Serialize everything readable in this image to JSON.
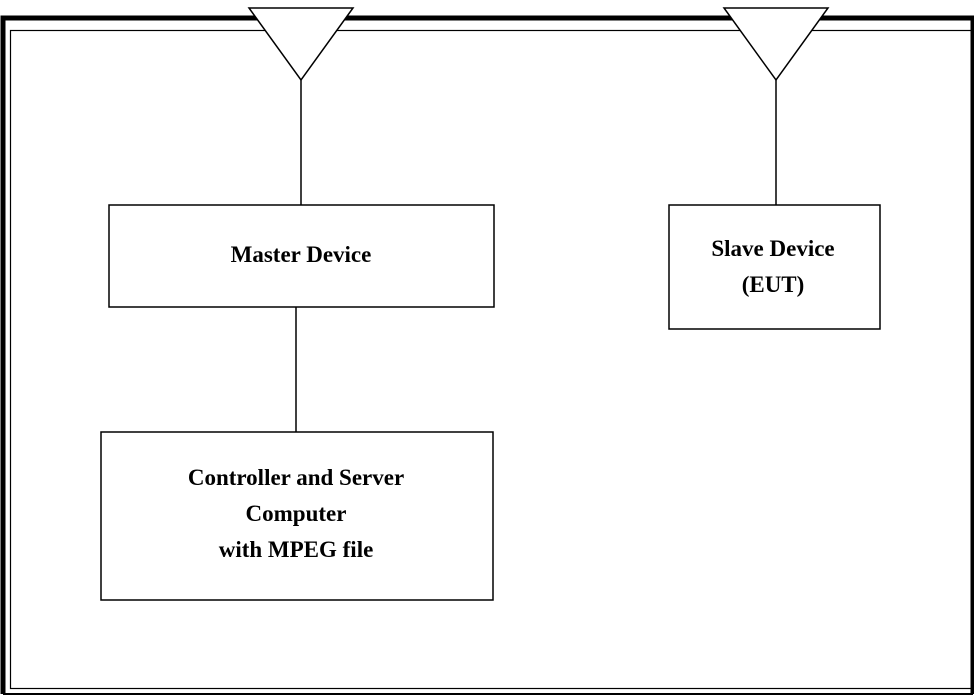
{
  "diagram": {
    "nodes": {
      "master": {
        "label_lines": [
          "Master Device"
        ]
      },
      "slave": {
        "label_lines": [
          "Slave Device",
          "(EUT)"
        ]
      },
      "controller": {
        "label_lines": [
          "Controller and Server",
          "Computer",
          "with MPEG file"
        ]
      }
    },
    "antennas": [
      "master-antenna",
      "slave-antenna"
    ],
    "connections": [
      {
        "from": "master-antenna",
        "to": "master"
      },
      {
        "from": "slave-antenna",
        "to": "slave"
      },
      {
        "from": "master",
        "to": "controller"
      }
    ]
  }
}
